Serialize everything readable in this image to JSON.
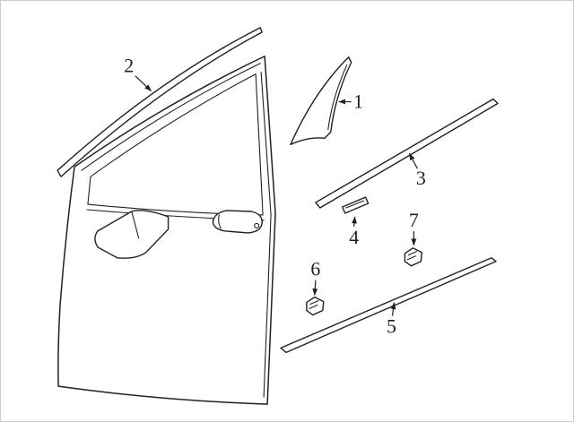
{
  "diagram": {
    "colors": {
      "background": "#ffffff",
      "line": "#231f20",
      "border": "#cccccc"
    },
    "callouts": [
      {
        "label": "1"
      },
      {
        "label": "2"
      },
      {
        "label": "3"
      },
      {
        "label": "4"
      },
      {
        "label": "5"
      },
      {
        "label": "6"
      },
      {
        "label": "7"
      }
    ]
  }
}
